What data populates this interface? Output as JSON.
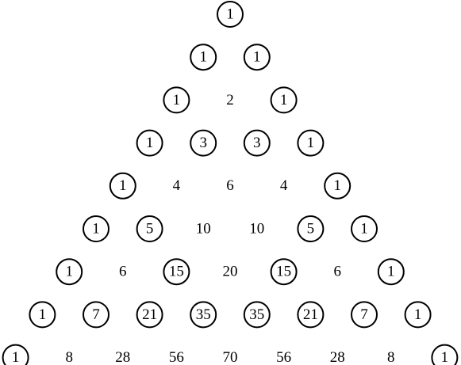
{
  "rows": [
    {
      "entries": [
        {
          "value": "1",
          "circled": true
        }
      ]
    },
    {
      "entries": [
        {
          "value": "1",
          "circled": true
        },
        {
          "value": "1",
          "circled": true
        }
      ]
    },
    {
      "entries": [
        {
          "value": "1",
          "circled": true
        },
        {
          "value": "2",
          "circled": false
        },
        {
          "value": "1",
          "circled": true
        }
      ]
    },
    {
      "entries": [
        {
          "value": "1",
          "circled": true
        },
        {
          "value": "3",
          "circled": true
        },
        {
          "value": "3",
          "circled": true
        },
        {
          "value": "1",
          "circled": true
        }
      ]
    },
    {
      "entries": [
        {
          "value": "1",
          "circled": true
        },
        {
          "value": "4",
          "circled": false
        },
        {
          "value": "6",
          "circled": false
        },
        {
          "value": "4",
          "circled": false
        },
        {
          "value": "1",
          "circled": true
        }
      ]
    },
    {
      "entries": [
        {
          "value": "1",
          "circled": true
        },
        {
          "value": "5",
          "circled": true
        },
        {
          "value": "10",
          "circled": false
        },
        {
          "value": "10",
          "circled": false
        },
        {
          "value": "5",
          "circled": true
        },
        {
          "value": "1",
          "circled": true
        }
      ]
    },
    {
      "entries": [
        {
          "value": "1",
          "circled": true
        },
        {
          "value": "6",
          "circled": false
        },
        {
          "value": "15",
          "circled": true
        },
        {
          "value": "20",
          "circled": false
        },
        {
          "value": "15",
          "circled": true
        },
        {
          "value": "6",
          "circled": false
        },
        {
          "value": "1",
          "circled": true
        }
      ]
    },
    {
      "entries": [
        {
          "value": "1",
          "circled": true
        },
        {
          "value": "7",
          "circled": true
        },
        {
          "value": "21",
          "circled": true
        },
        {
          "value": "35",
          "circled": true
        },
        {
          "value": "35",
          "circled": true
        },
        {
          "value": "21",
          "circled": true
        },
        {
          "value": "7",
          "circled": true
        },
        {
          "value": "1",
          "circled": true
        }
      ]
    },
    {
      "entries": [
        {
          "value": "1",
          "circled": true
        },
        {
          "value": "8",
          "circled": false
        },
        {
          "value": "28",
          "circled": false
        },
        {
          "value": "56",
          "circled": false
        },
        {
          "value": "70",
          "circled": false
        },
        {
          "value": "56",
          "circled": false
        },
        {
          "value": "28",
          "circled": false
        },
        {
          "value": "8",
          "circled": false
        },
        {
          "value": "1",
          "circled": true
        }
      ]
    }
  ],
  "colors": {
    "ink": "#000000",
    "background": "#ffffff"
  }
}
